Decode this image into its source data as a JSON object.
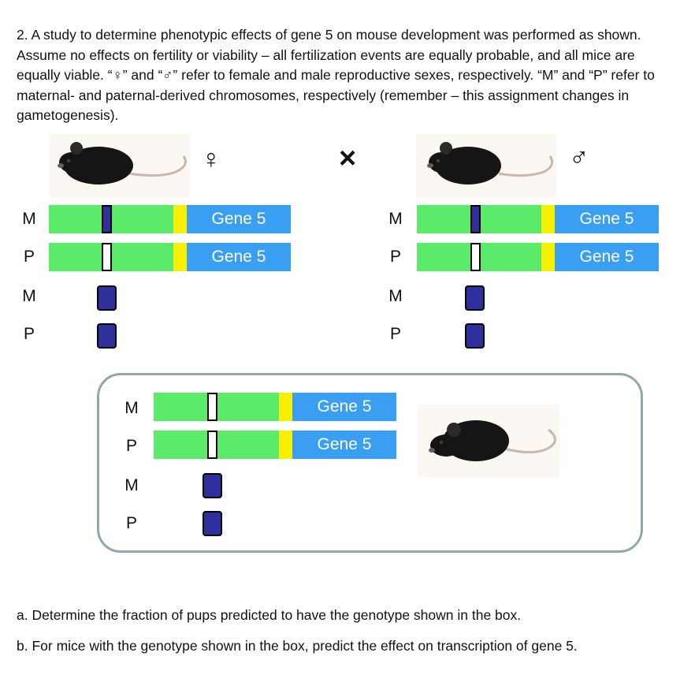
{
  "question": {
    "text": "2. A study to determine phenotypic effects of gene 5 on mouse development was performed as shown. Assume no effects on fertility or viability – all fertilization events are equally probable, and all mice are equally viable. “♀” and “♂” refer to female and male reproductive sexes, respectively. “M” and “P” refer to maternal- and paternal-derived chromosomes, respectively (remember – this assignment changes in gametogenesis)."
  },
  "female": {
    "symbol": "♀",
    "labels": [
      "M",
      "P",
      "M",
      "P"
    ],
    "gene_label": "Gene 5"
  },
  "cross_symbol": "×",
  "male": {
    "symbol": "♂",
    "labels": [
      "M",
      "P",
      "M",
      "P"
    ],
    "gene_label": "Gene 5"
  },
  "offspring": {
    "labels": [
      "M",
      "P",
      "M",
      "P"
    ],
    "gene_label": "Gene 5"
  },
  "colors": {
    "chromosome": "#5bea69",
    "marker": "#f7f000",
    "gene": "#3a9ef2",
    "methylated": "#2f2f9e",
    "box_border": "#8fa7ae"
  },
  "questions": {
    "a": "a. Determine the fraction of pups predicted to have the genotype shown in the box.",
    "b": "b. For mice with the genotype shown in the box, predict the effect on transcription of gene 5."
  }
}
